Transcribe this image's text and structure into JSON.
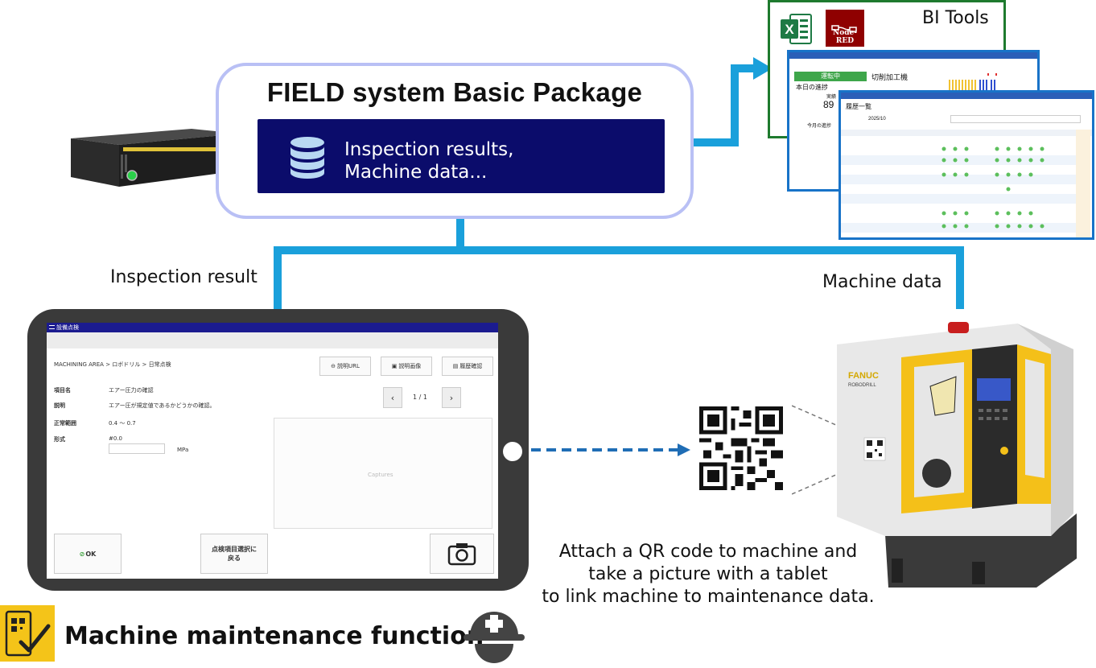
{
  "package": {
    "title": "FIELD system Basic Package",
    "db_line1": "Inspection results,",
    "db_line2": "Machine data..."
  },
  "bi": {
    "label": "BI Tools",
    "nodered_label": "Node-RED",
    "excel_letter": "X",
    "mid_status": "運転中",
    "mid_machine": "切削加工機",
    "mid_progress": "本日の進捗",
    "mid_actual": "実績",
    "mid_value": "89",
    "mid_month": "今月の進捗",
    "front_title": "履歴一覧",
    "front_month": "2025/10"
  },
  "labels": {
    "inspection_result": "Inspection result",
    "machine_data": "Machine data",
    "qr_caption_1": "Attach a QR code to machine and",
    "qr_caption_2": "take a picture with a tablet",
    "qr_caption_3": "to link machine to maintenance data.",
    "function_title": "Machine maintenance function"
  },
  "tablet": {
    "app_title": "設備点検",
    "breadcrumb": "MACHINING AREA > ロボドリル > 日常点検",
    "btn_url": "説明URL",
    "btn_image": "説明画像",
    "btn_history": "履歴確認",
    "field_item_label": "項目名",
    "field_item_value": "エアー圧力の確認",
    "field_desc_label": "説明",
    "field_desc_value": "エアー圧が規定値であるかどうかの確認。",
    "field_range_label": "正常範囲",
    "field_range_value": "0.4 〜 0.7",
    "field_format_label": "形式",
    "field_format_value": "#0.0",
    "unit": "MPa",
    "pager": "1 / 1",
    "captures": "Captures",
    "ok_button": "OK",
    "back_button_line1": "点検項目選択に",
    "back_button_line2": "戻る"
  },
  "machine": {
    "brand": "FANUC",
    "model": "ROBODRILL"
  },
  "colors": {
    "flow_blue": "#1aa0db",
    "package_border": "#b9c0f5",
    "db_panel": "#0b0c6b",
    "tablet_body": "#3a3a3a",
    "machine_yellow": "#f4c019"
  }
}
